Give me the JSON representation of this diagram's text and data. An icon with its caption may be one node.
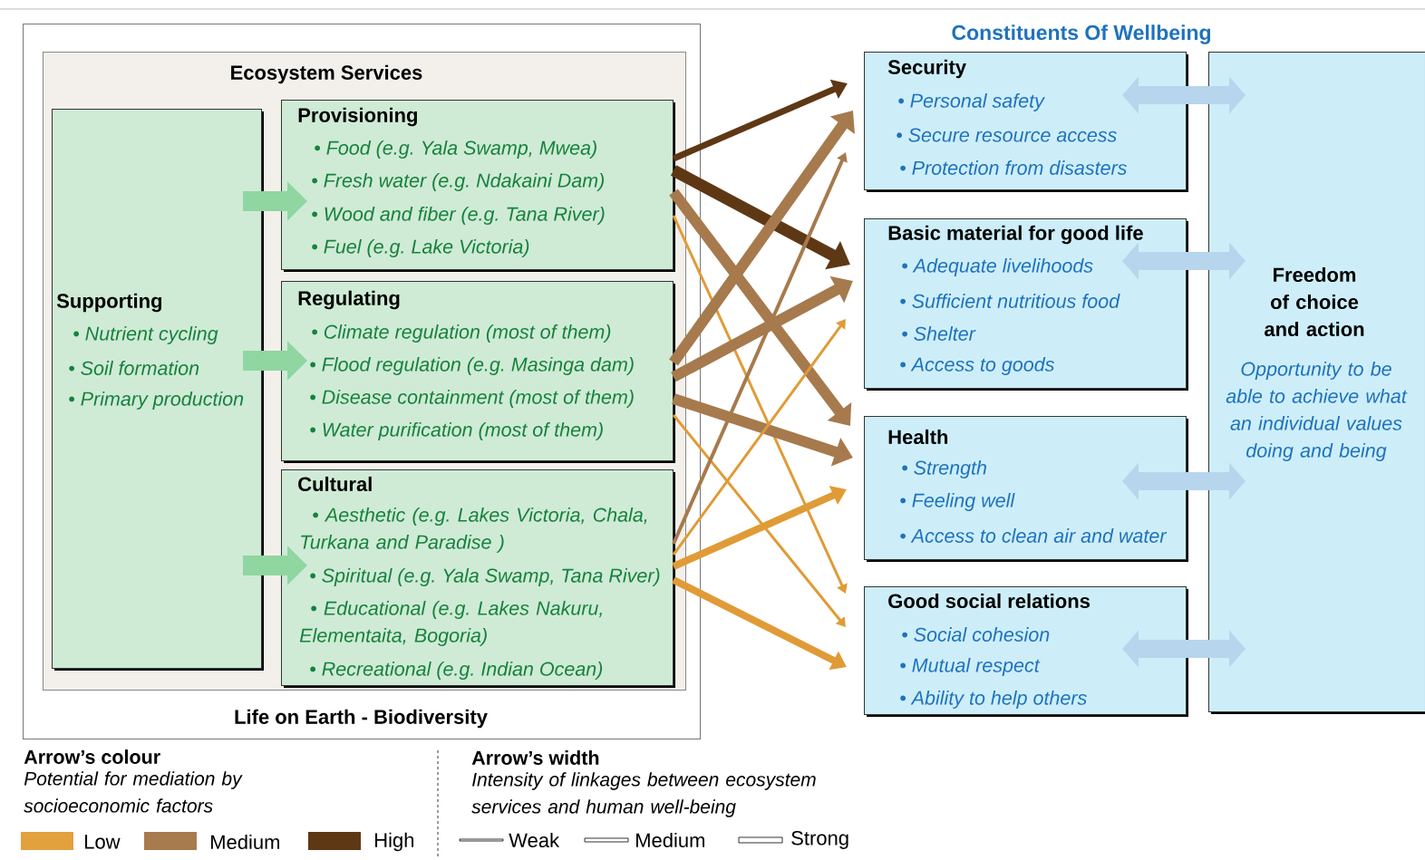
{
  "diagram": {
    "title": "Constituents Of Wellbeing",
    "nodes": [
      {
        "text": [
          "Life on Earth - Biodiversity"
        ]
      },
      {
        "text": [
          "Ecosystem Services"
        ],
        "in": 0
      },
      {
        "text": [
          "Supporting",
          "• Nutrient cycling",
          "• Soil formation",
          "• Primary production"
        ],
        "in": 1
      },
      {
        "text": [
          "Provisioning",
          "• Food (e.g. Yala Swamp, Mwea)",
          "• Fresh water (e.g. Ndakaini Dam)",
          "• Wood and fiber (e.g. Tana River)",
          "• Fuel (e.g. Lake Victoria)"
        ],
        "in": 1
      },
      {
        "text": [
          "Regulating",
          "• Climate regulation (most of them)",
          "• Flood regulation (e.g. Masinga dam)",
          "• Disease containment (most of them)",
          "• Water purification (most of them)"
        ],
        "in": 1
      },
      {
        "text": [
          "Cultural",
          "• Aesthetic (e.g. Lakes Victoria, Chala, Turkana and Paradise )",
          "• Spiritual (e.g. Yala Swamp, Tana River)",
          "• Educational (e.g. Lakes Nakuru, Elementaita, Bogoria)",
          "• Recreational (e.g. Indian Ocean)"
        ],
        "in": 1
      },
      {
        "text": [
          "Security",
          "• Personal safety",
          "• Secure resource access",
          "• Protection from disasters"
        ]
      },
      {
        "text": [
          "Basic material for good life",
          "• Adequate livelihoods",
          "• Sufficient nutritious food",
          "• Shelter",
          "• Access to goods"
        ]
      },
      {
        "text": [
          "Health",
          "• Strength",
          "• Feeling well",
          "• Access to clean air and water"
        ]
      },
      {
        "text": [
          "Good social relations",
          "• Social cohesion",
          "• Mutual respect",
          "• Ability to help others"
        ]
      },
      {
        "text": [
          "Freedom of choice and action",
          "Opportunity to be able to achieve what an individual values doing and being"
        ]
      }
    ],
    "edges": [
      {
        "from": 3,
        "to": 6,
        "arrow": "to",
        "color": "#5e3815"
      },
      {
        "from": 3,
        "to": 7,
        "arrow": "to",
        "color": "#5e3815"
      },
      {
        "from": 3,
        "to": 8,
        "arrow": "to",
        "color": "#a67a4d"
      },
      {
        "from": 3,
        "to": 9,
        "arrow": "to",
        "color": "#e09b37"
      },
      {
        "from": 4,
        "to": 6,
        "arrow": "to",
        "color": "#a67a4d"
      },
      {
        "from": 4,
        "to": 7,
        "arrow": "to",
        "color": "#a67a4d"
      },
      {
        "from": 4,
        "to": 8,
        "arrow": "to",
        "color": "#a67a4d"
      },
      {
        "from": 4,
        "to": 9,
        "arrow": "to",
        "color": "#e09b37"
      },
      {
        "from": 5,
        "to": 6,
        "arrow": "to",
        "color": "#a67a4d"
      },
      {
        "from": 5,
        "to": 7,
        "arrow": "to",
        "color": "#e09b37"
      },
      {
        "from": 5,
        "to": 8,
        "arrow": "to",
        "color": "#e09b37"
      },
      {
        "from": 5,
        "to": 9,
        "arrow": "to",
        "color": "#e09b37"
      },
      {
        "from": 2,
        "to": 3,
        "arrow": "to",
        "style": "thick",
        "color": "#8fd6a1"
      },
      {
        "from": 2,
        "to": 4,
        "arrow": "to",
        "style": "thick",
        "color": "#8fd6a1"
      },
      {
        "from": 2,
        "to": 5,
        "arrow": "to",
        "style": "thick",
        "color": "#8fd6a1"
      },
      {
        "from": 6,
        "to": 10,
        "arrow": "both",
        "color": "#b7d5ec"
      },
      {
        "from": 7,
        "to": 10,
        "arrow": "both",
        "color": "#b7d5ec"
      },
      {
        "from": 8,
        "to": 10,
        "arrow": "both",
        "color": "#b7d5ec"
      },
      {
        "from": 9,
        "to": 10,
        "arrow": "both",
        "color": "#b7d5ec"
      }
    ],
    "labels": [
      "Arrow’s colour",
      "Potential for mediation by socioeconomic factors",
      "Arrow’s width",
      "Intensity of linkages between ecosystem services and human well-being"
    ],
    "legend": [
      {
        "text": "Low",
        "color": "#e3a13d"
      },
      {
        "text": "Medium",
        "color": "#a77b4e"
      },
      {
        "text": "High",
        "color": "#5e3815"
      },
      {
        "text": "Weak"
      },
      {
        "text": "Medium"
      },
      {
        "text": "Strong"
      }
    ]
  }
}
